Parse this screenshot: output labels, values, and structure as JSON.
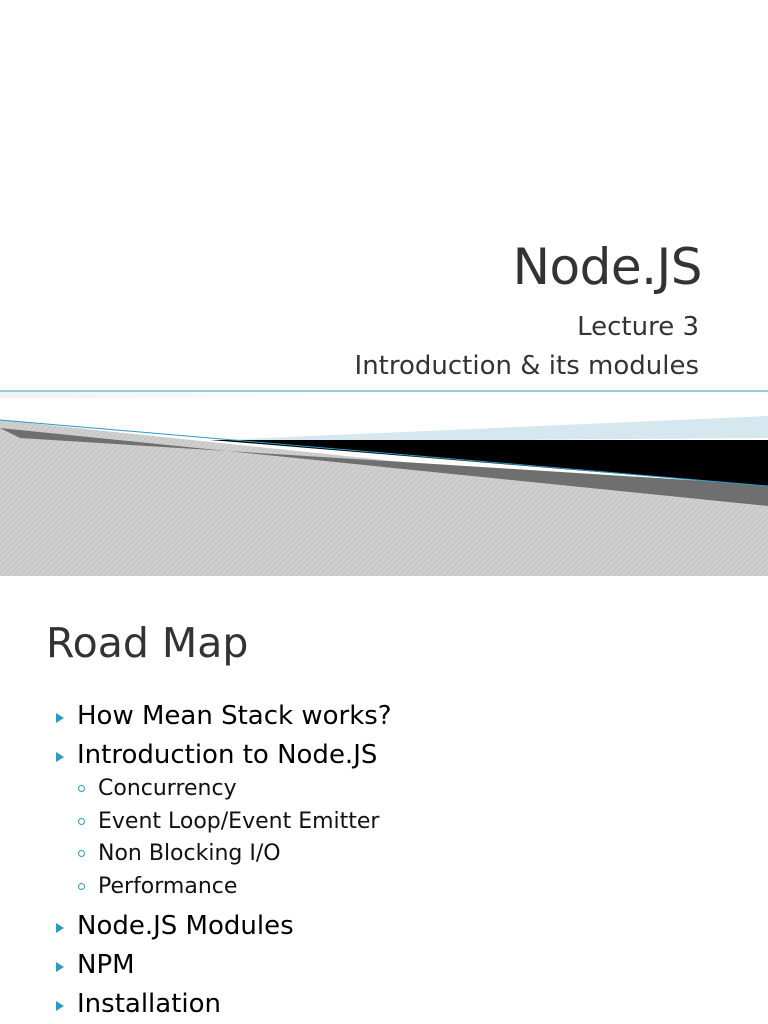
{
  "slide1": {
    "title": "Node.JS",
    "subtitle_line1": "Lecture 3",
    "subtitle_line2": "Introduction & its modules",
    "colors": {
      "accent": "#2a9bc7",
      "light_accent": "#d6e8ef",
      "dark_band": "#000000",
      "texture": "#c8c8c8"
    }
  },
  "slide2": {
    "heading": "Road Map",
    "items": [
      {
        "level": 1,
        "text": "How Mean Stack works?"
      },
      {
        "level": 1,
        "text": "Introduction to Node.JS"
      },
      {
        "level": 2,
        "text": "Concurrency"
      },
      {
        "level": 2,
        "text": "Event Loop/Event Emitter"
      },
      {
        "level": 2,
        "text": "Non Blocking I/O"
      },
      {
        "level": 2,
        "text": "Performance"
      },
      {
        "level": 1,
        "text": "Node.JS Modules"
      },
      {
        "level": 1,
        "text": "NPM"
      },
      {
        "level": 1,
        "text": "Installation"
      }
    ]
  }
}
